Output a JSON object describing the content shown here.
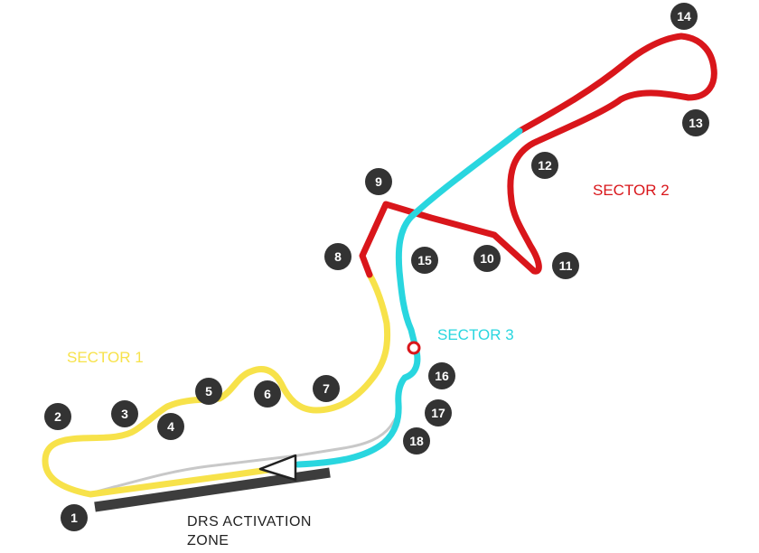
{
  "map": {
    "colors": {
      "sector1": "#f7e24a",
      "sector2": "#d9161b",
      "sector3": "#29d6df",
      "pit_lane": "#c8c8c8",
      "drs_bar": "#3d3d3d",
      "turn_marker": "#333333",
      "turn_text": "#ffffff",
      "finish_dot": "#d9161b"
    },
    "sectors": {
      "s1": "SECTOR 1",
      "s2": "SECTOR 2",
      "s3": "SECTOR 3"
    },
    "drs": {
      "line1": "DRS ACTIVATION",
      "line2": "ZONE"
    },
    "turns": [
      "1",
      "2",
      "3",
      "4",
      "5",
      "6",
      "7",
      "8",
      "9",
      "10",
      "11",
      "12",
      "13",
      "14",
      "15",
      "16",
      "17",
      "18"
    ]
  }
}
